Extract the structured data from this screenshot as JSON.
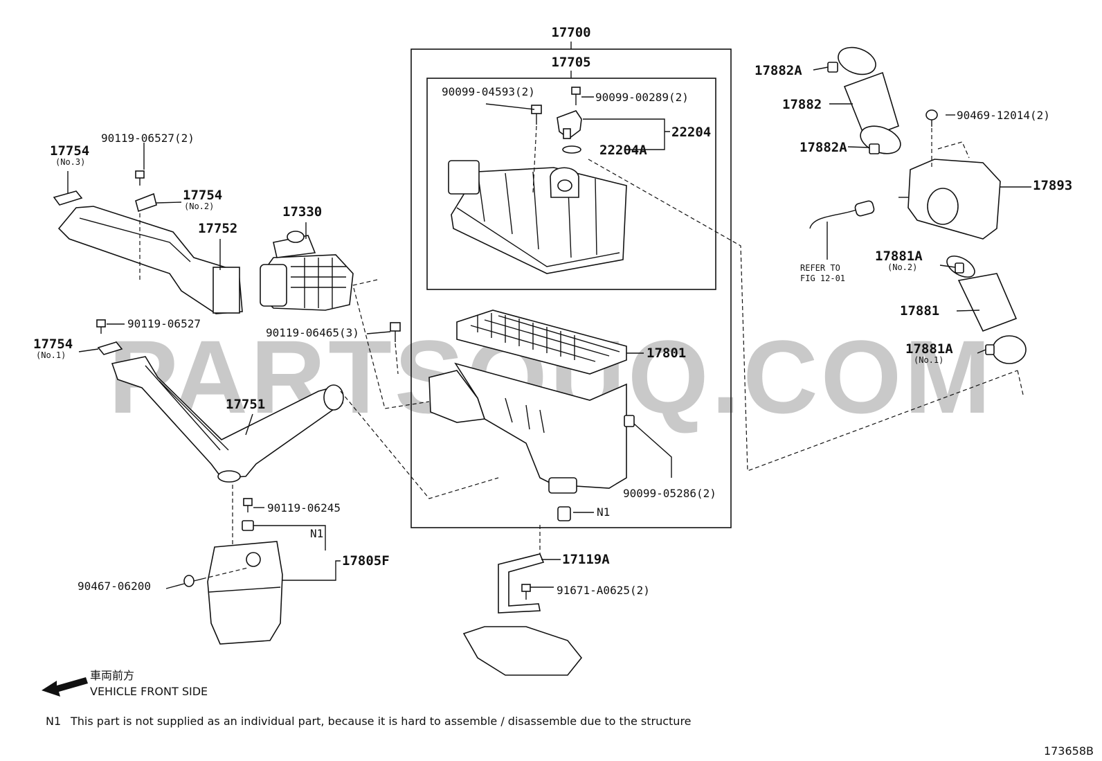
{
  "callouts": {
    "assy": "17700",
    "cap": "17705",
    "bolt_a": "90099-04593(2)",
    "bolt_b": "90099-00289(2)",
    "sensor": "22204",
    "oring": "22204A",
    "clamp_top": "17882A",
    "hose_top": "17882",
    "clamp_mid": "17882A",
    "bolt_c": "90469-12014(2)",
    "resonator": "17893",
    "refer_line1": "REFER TO",
    "refer_line2": "FIG 12-01",
    "clamp_lower2": "17881A",
    "clamp_lower2_sub": "(No.2)",
    "hose_lower": "17881",
    "clamp_lower1": "17881A",
    "clamp_lower1_sub": "(No.1)",
    "bolt_d": "90119-06527(2)",
    "bracket3": "17754",
    "bracket3_sub": "(No.3)",
    "bracket2": "17754",
    "bracket2_sub": "(No.2)",
    "inlet_duct": "17752",
    "throttle": "17330",
    "bolt_e": "90119-06527",
    "bracket1": "17754",
    "bracket1_sub": "(No.1)",
    "bolt_f": "90119-06465(3)",
    "element": "17801",
    "intake": "17751",
    "grommet_nut": "90099-05286(2)",
    "n1_a": "N1",
    "bolt_g": "90119-06245",
    "n1_b": "N1",
    "reservoir": "17805F",
    "clip": "90467-06200",
    "bracket_box": "17119A",
    "bolt_h": "91671-A0625(2)"
  },
  "legend": {
    "jp": "車両前方",
    "en": "VEHICLE FRONT SIDE"
  },
  "footnote": {
    "tag": "N1",
    "text": "This part is not supplied as an individual part, because it is hard to assemble / disassemble due to the structure"
  },
  "figure_id": "173658B",
  "watermark": "PARTSOUQ.COM"
}
